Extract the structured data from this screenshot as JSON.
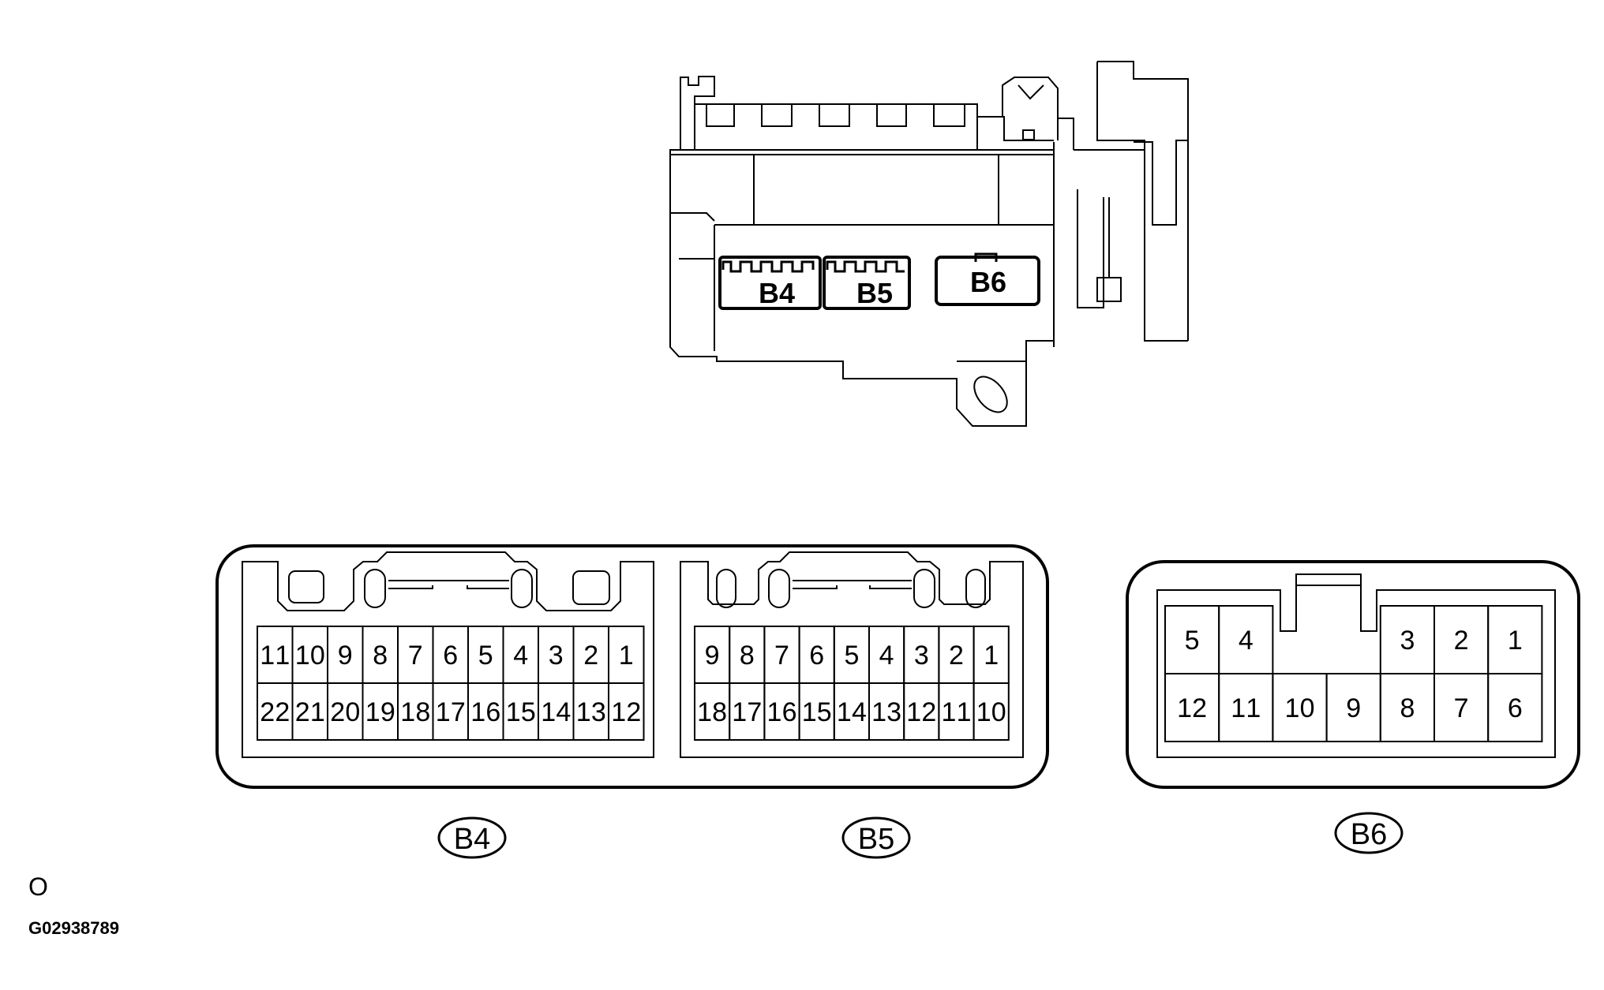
{
  "figure": {
    "assembly_labels": [
      "B4",
      "B5",
      "B6"
    ],
    "note_mark": "O",
    "figure_id": "G02938789"
  },
  "connectors": [
    {
      "name": "B4",
      "rows": [
        [
          "11",
          "10",
          "9",
          "8",
          "7",
          "6",
          "5",
          "4",
          "3",
          "2",
          "1"
        ],
        [
          "22",
          "21",
          "20",
          "19",
          "18",
          "17",
          "16",
          "15",
          "14",
          "13",
          "12"
        ]
      ]
    },
    {
      "name": "B5",
      "rows": [
        [
          "9",
          "8",
          "7",
          "6",
          "5",
          "4",
          "3",
          "2",
          "1"
        ],
        [
          "18",
          "17",
          "16",
          "15",
          "14",
          "13",
          "12",
          "11",
          "10"
        ]
      ]
    },
    {
      "name": "B6",
      "rows": [
        [
          "5",
          "4",
          "",
          "",
          "3",
          "2",
          "1"
        ],
        [
          "12",
          "11",
          "10",
          "9",
          "8",
          "7",
          "6"
        ]
      ]
    }
  ]
}
